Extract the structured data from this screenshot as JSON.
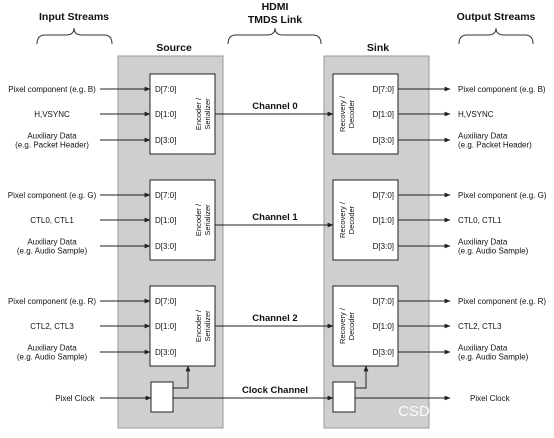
{
  "headers": {
    "input_streams": "Input Streams",
    "hdmi": "HDMI",
    "tmds_link": "TMDS Link",
    "output_streams": "Output Streams",
    "source": "Source",
    "sink": "Sink"
  },
  "encoder_label": [
    "Encoder /",
    "Serializer"
  ],
  "decoder_label": [
    "Recovery /",
    "Decoder"
  ],
  "ports": [
    "D[7:0]",
    "D[1:0]",
    "D[3:0]"
  ],
  "channels": [
    {
      "name": "Channel 0",
      "inputs": [
        [
          "Pixel component (e.g. B)"
        ],
        [
          "H,VSYNC"
        ],
        [
          "Auxiliary Data",
          "(e.g. Packet Header)"
        ]
      ],
      "outputs": [
        [
          "Pixel component (e.g. B)"
        ],
        [
          "H,VSYNC"
        ],
        [
          "Auxiliary Data",
          "(e.g. Packet Header)"
        ]
      ]
    },
    {
      "name": "Channel 1",
      "inputs": [
        [
          "Pixel component (e.g. G)"
        ],
        [
          "CTL0, CTL1"
        ],
        [
          "Auxiliary Data",
          "(e.g. Audio Sample)"
        ]
      ],
      "outputs": [
        [
          "Pixel component (e.g. G)"
        ],
        [
          "CTL0, CTL1"
        ],
        [
          "Auxiliary Data",
          "(e.g. Audio Sample)"
        ]
      ]
    },
    {
      "name": "Channel 2",
      "inputs": [
        [
          "Pixel component (e.g. R)"
        ],
        [
          "CTL2, CTL3"
        ],
        [
          "Auxiliary Data",
          "(e.g. Audio Sample)"
        ]
      ],
      "outputs": [
        [
          "Pixel component (e.g. R)"
        ],
        [
          "CTL2, CTL3"
        ],
        [
          "Auxiliary Data",
          "(e.g. Audio Sample)"
        ]
      ]
    }
  ],
  "clock": {
    "input": "Pixel Clock",
    "channel": "Clock Channel",
    "output": "Pixel Clock"
  },
  "watermark": "CSDN @夸克与弦理论"
}
